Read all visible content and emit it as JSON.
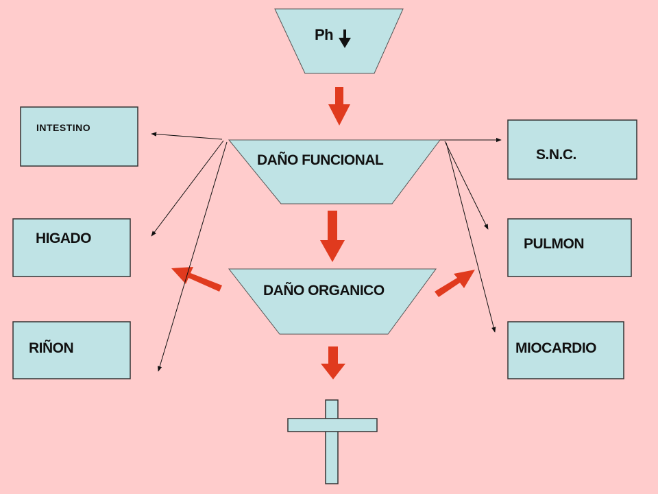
{
  "stages": {
    "ph": "Ph",
    "functional": "DAÑO FUNCIONAL",
    "organic": "DAÑO  ORGANICO"
  },
  "organs": {
    "intestine": "INTESTINO",
    "liver": "HIGADO",
    "kidney": "RIÑON",
    "cns": "S.N.C.",
    "lung": "PULMON",
    "myocardium": "MIOCARDIO"
  },
  "icons": {
    "ph_indicator": "down-arrow-icon",
    "death": "cross-icon"
  },
  "colors": {
    "background": "#ffcccc",
    "shape_fill": "#bfe3e5",
    "flow_arrow": "#e03a1e"
  }
}
